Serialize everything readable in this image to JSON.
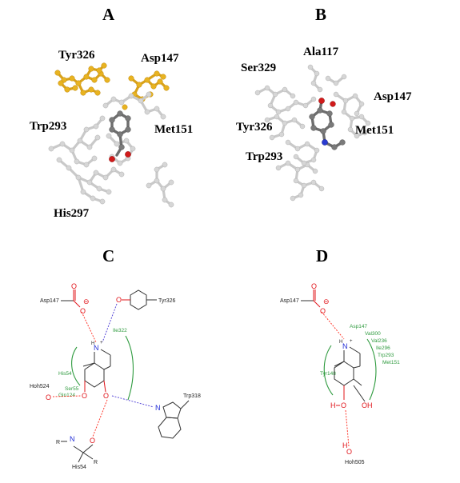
{
  "panels": {
    "A": {
      "letter": "A",
      "residues": [
        "Tyr326",
        "Asp147",
        "Trp293",
        "Met151",
        "His297"
      ]
    },
    "B": {
      "letter": "B",
      "residues": [
        "Ala117",
        "Ser329",
        "Asp147",
        "Tyr326",
        "Met151",
        "Trp293"
      ]
    },
    "C": {
      "letter": "C",
      "labels": {
        "asp": "Asp147",
        "tyr": "Tyr326",
        "ile": "Ile322",
        "his54g": "His54",
        "ser55": "Ser55",
        "gln124": "Gln124",
        "hoh": "Hoh524",
        "trp": "Trp318",
        "his54": "His54",
        "r1": "R",
        "r2": "R",
        "n": "N",
        "h_nh": "H",
        "o": "O",
        "o_minus": "⊖",
        "plus": "+"
      }
    },
    "D": {
      "letter": "D",
      "labels": {
        "asp": "Asp147",
        "tyr": "Tyr148",
        "hoh": "Hoh505",
        "g1": "Asp147",
        "g2": "Val300",
        "g3": "Val236",
        "g4": "Ile296",
        "g5": "Trp293",
        "g6": "Met151",
        "oh": "OH",
        "n": "N",
        "h": "H",
        "o": "O",
        "o_minus": "⊖",
        "plus": "+"
      }
    }
  },
  "colors": {
    "carbon_3d": "#c9c9c9",
    "highlight_residues": "#d9a21b",
    "ligand_3d": "#6e6e6e",
    "oxygen": "#d11a1a",
    "nitrogen": "#2a3bd0",
    "hydrophobic_contact": "#2e9a3e",
    "hbond_red": "#ff3b2f",
    "hbond_blue": "#5a4bd8"
  }
}
